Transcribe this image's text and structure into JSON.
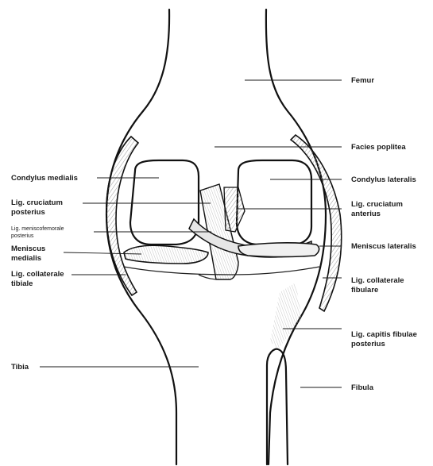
{
  "labels": {
    "femur": "Femur",
    "facies_poplitea": "Facies poplitea",
    "condylus_medialis": "Condylus medialis",
    "condylus_lateralis": "Condylus lateralis",
    "lig_cruciatum_posterius": [
      "Lig. cruciatum",
      "posterius"
    ],
    "lig_cruciatum_anterius": [
      "Lig. cruciatum",
      "anterius"
    ],
    "lig_meniscofemorale_posterius": [
      "Lig. meniscofemorale",
      "posterius"
    ],
    "meniscus_medialis": [
      "Meniscus",
      "medialis"
    ],
    "meniscus_lateralis": "Meniscus lateralis",
    "lig_collaterale_tibiale": [
      "Lig. collaterale",
      "tibiale"
    ],
    "lig_collaterale_fibulare": [
      "Lig. collaterale",
      "fibulare"
    ],
    "lig_capitis_fibulae_posterius": [
      "Lig. capitis fibulae",
      "posterius"
    ],
    "tibia": "Tibia",
    "fibula": "Fibula"
  },
  "colors": {
    "line": "#111111",
    "ligament_fill": "#d9d9d9",
    "ligament_dark": "#b8b8b8",
    "background": "#ffffff"
  }
}
